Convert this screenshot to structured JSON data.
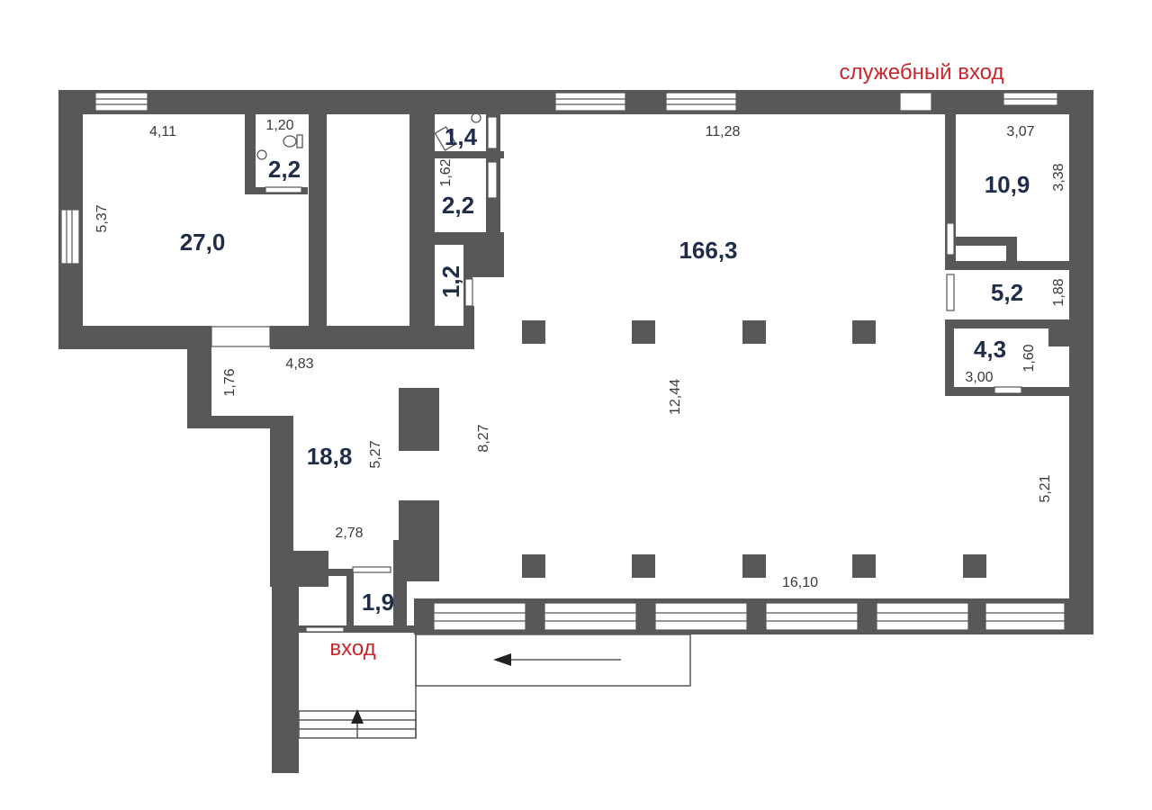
{
  "labels": {
    "service_entrance": "служебный вход",
    "entrance": "вход"
  },
  "rooms": {
    "r27": "27,0",
    "r2_2a": "2,2",
    "r1_4": "1,4",
    "r2_2b": "2,2",
    "r1_2": "1,2",
    "r166": "166,3",
    "r10_9": "10,9",
    "r5_2": "5,2",
    "r4_3": "4,3",
    "r18_8": "18,8",
    "r1_9": "1,9"
  },
  "dimensions": {
    "d4_11": "4,11",
    "d5_37": "5,37",
    "d1_20": "1,20",
    "d1_62": "1,62",
    "d11_28": "11,28",
    "d3_07": "3,07",
    "d3_38": "3,38",
    "d1_88": "1,88",
    "d1_60": "1,60",
    "d3_00": "3,00",
    "d4_83": "4,83",
    "d1_76": "1,76",
    "d5_27": "5,27",
    "d8_27": "8,27",
    "d12_44": "12,44",
    "d5_21": "5,21",
    "d2_78": "2,78",
    "d16_10": "16,10"
  },
  "colors": {
    "wall": "#58585a",
    "area_text": "#1f2d4a",
    "label_text": "#c8282d"
  }
}
